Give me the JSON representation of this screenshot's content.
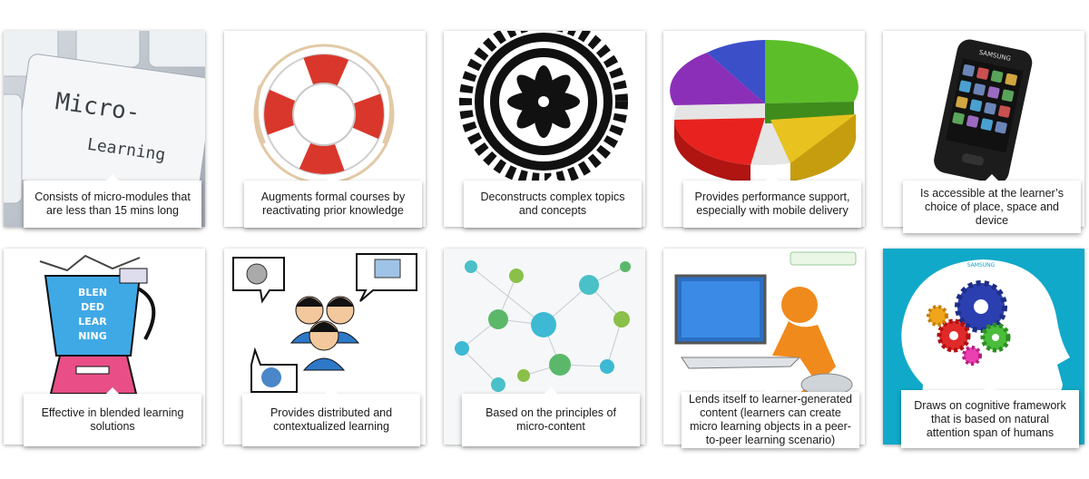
{
  "cards": [
    {
      "caption": "Consists of micro-modules that are less than 15 mins long",
      "image_text": [
        "Micro-",
        "Learning"
      ]
    },
    {
      "caption": "Augments formal courses by reactivating prior knowledge"
    },
    {
      "caption": "Deconstructs complex topics and concepts"
    },
    {
      "caption": "Provides performance support, especially with mobile delivery"
    },
    {
      "caption": "Is accessible at the learner’s choice of place, space and device",
      "image_text": [
        "SAMSUNG"
      ]
    },
    {
      "caption": "Effective in blended learning solutions",
      "image_text": [
        "BLEN",
        "DED",
        "LEAR",
        "NING"
      ]
    },
    {
      "caption": "Provides distributed and contextualized learning"
    },
    {
      "caption": "Based on the principles of micro-content"
    },
    {
      "caption": "Lends itself to learner-generated content (learners can create micro learning objects in a peer-to-peer learning scenario)"
    },
    {
      "caption": "Draws on cognitive framework that is based on natural attention span of humans",
      "image_text": [
        "SAMSUNG"
      ]
    }
  ],
  "colors": {
    "lifebuoy_red": "#d9372b",
    "gear_black": "#111111",
    "pie_green": "#5cbf2a",
    "pie_blue": "#3a4fc8",
    "pie_purple": "#8b2fb8",
    "pie_red": "#e8231f",
    "pie_yellow": "#e8c21f",
    "head_cyan": "#11a9c9",
    "blender_blue": "#3fa9e6"
  }
}
